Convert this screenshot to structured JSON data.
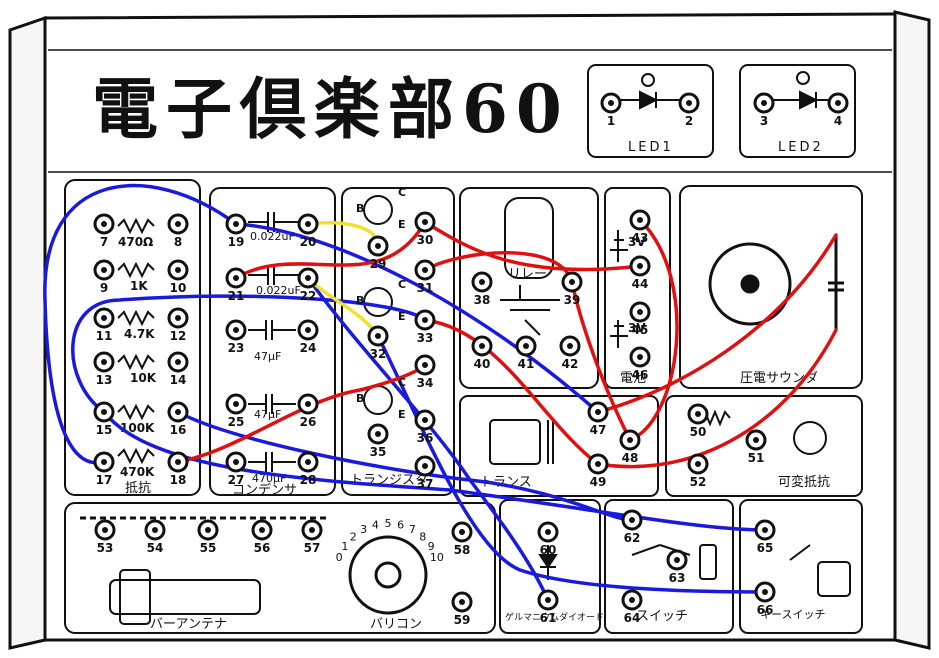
{
  "board": {
    "title": "電子倶楽部60",
    "sections": {
      "resistor": "抵抗",
      "capacitor": "コンデンサ",
      "transistor": "トランジスタ",
      "relay": "リレー",
      "battery": "電池",
      "piezo": "圧電サウンダ",
      "transformer": "トランス",
      "variable_resistor": "可変抵抗",
      "bar_antenna": "バーアンテナ",
      "varicon": "バリコン",
      "diode": "ゲルマニウムダイオード",
      "switch": "スイッチ",
      "key_switch": "キースイッチ",
      "led1": "LED1",
      "led2": "LED2"
    },
    "component_values": {
      "r_470": "470Ω",
      "r_1k": "1K",
      "r_4_7k": "4.7K",
      "r_10k": "10K",
      "r_100k": "100K",
      "r_470k": "470K",
      "c1": "0.022uF",
      "c2": "0.022uF",
      "c3": "47μF",
      "c4": "47μF",
      "c5": "470μF",
      "bat1": "3V",
      "bat2": "3V"
    },
    "terminals": [
      "1",
      "2",
      "3",
      "4",
      "7",
      "8",
      "9",
      "10",
      "11",
      "12",
      "13",
      "14",
      "15",
      "16",
      "17",
      "18",
      "19",
      "20",
      "21",
      "22",
      "23",
      "24",
      "25",
      "26",
      "27",
      "28",
      "29",
      "30",
      "31",
      "32",
      "33",
      "34",
      "35",
      "36",
      "37",
      "38",
      "39",
      "40",
      "41",
      "42",
      "43",
      "44",
      "45",
      "46",
      "47",
      "48",
      "49",
      "50",
      "51",
      "52",
      "53",
      "54",
      "55",
      "56",
      "57",
      "58",
      "59",
      "60",
      "61",
      "62",
      "63",
      "64",
      "65",
      "66"
    ],
    "transistor_pins": [
      "B",
      "C",
      "E",
      "B",
      "C",
      "E",
      "B",
      "C",
      "E"
    ],
    "dial_numbers": [
      "0",
      "1",
      "2",
      "3",
      "4",
      "5",
      "6",
      "7",
      "8",
      "9",
      "10"
    ],
    "wire_colors": {
      "blue": "#1a1adf",
      "red": "#e01010",
      "yellow": "#f0e030"
    }
  }
}
